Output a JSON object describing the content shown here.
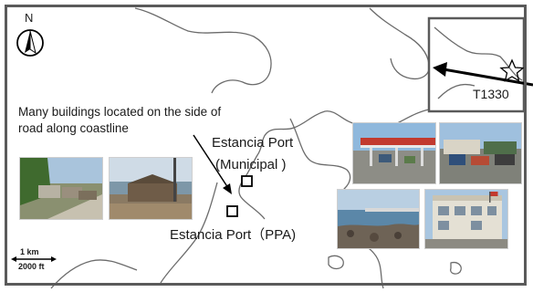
{
  "map": {
    "north_letter": "N",
    "annotation": "Many buildings located on the side of road along coastline",
    "port_municipal_line1": "Estancia Port",
    "port_municipal_line2": "(Municipal )",
    "port_ppa": "Estancia Port（PPA)",
    "site_code": "T1330",
    "scale_metric": "1 km",
    "scale_imperial": "2000 ft",
    "icons": {
      "north": "north-arrow-icon",
      "site": "star-icon",
      "port": "square-marker-icon"
    },
    "colors": {
      "coastline": "#6b6b6b",
      "frame": "#5a5a5a",
      "leader_arrow": "#000000"
    }
  },
  "photos": [
    {
      "name": "coastal-road-buildings-photo",
      "subject": "coastal road with buildings"
    },
    {
      "name": "waterfront-structures-photo",
      "subject": "waterfront structures"
    },
    {
      "name": "port-terminal-canopy-photo",
      "subject": "port terminal canopy"
    },
    {
      "name": "port-trucks-photo",
      "subject": "trucks at port"
    },
    {
      "name": "pier-seawall-photo",
      "subject": "pier and seawall"
    },
    {
      "name": "port-office-building-photo",
      "subject": "port office building"
    }
  ]
}
